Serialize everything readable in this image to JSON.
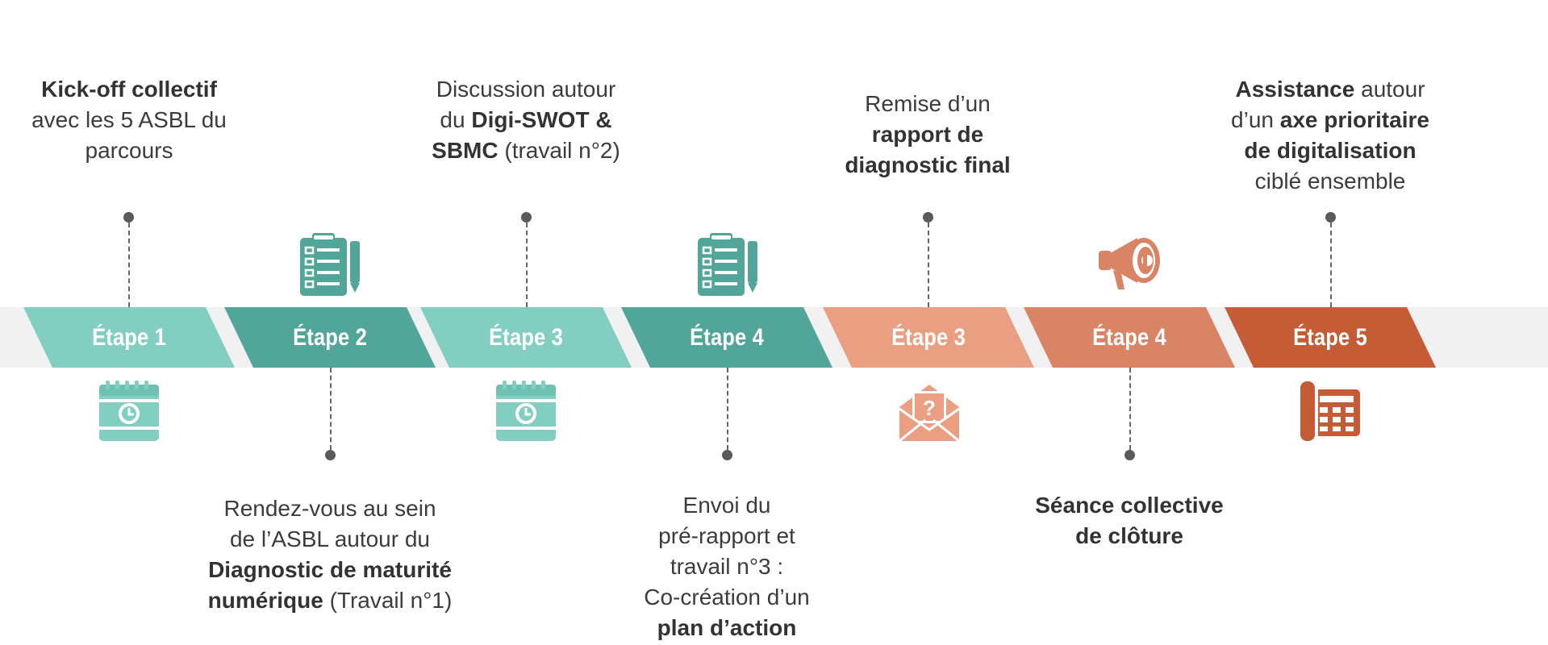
{
  "colors": {
    "teal_light": "#82cfc1",
    "teal_dark": "#52a699",
    "orange_light": "#ea9f82",
    "orange_mid": "#d98465",
    "orange_dark": "#c45c36",
    "band": "#f1f1f1",
    "connector": "#5a5a5a"
  },
  "steps": [
    {
      "label": "Étape 1",
      "color": "#82cfc1",
      "icon": "calendar-clock-icon",
      "side": "top"
    },
    {
      "label": "Étape 2",
      "color": "#52a699",
      "icon": "clipboard-checklist-icon",
      "side": "bottom"
    },
    {
      "label": "Étape 3",
      "color": "#82cfc1",
      "icon": "calendar-clock-icon",
      "side": "top"
    },
    {
      "label": "Étape 4",
      "color": "#52a699",
      "icon": "clipboard-checklist-icon",
      "side": "bottom"
    },
    {
      "label": "Étape 3",
      "color": "#ea9f82",
      "icon": "envelope-question-icon",
      "side": "top"
    },
    {
      "label": "Étape 4",
      "color": "#d98465",
      "icon": "megaphone-icon",
      "side": "bottom"
    },
    {
      "label": "Étape 5",
      "color": "#c45c36",
      "icon": "desk-phone-icon",
      "side": "top"
    }
  ],
  "descriptions": {
    "s1": {
      "b1": "Kick-off collectif",
      "t1": "avec les 5 ASBL du",
      "t2": "parcours"
    },
    "s2": {
      "t1": "Rendez-vous au sein",
      "t2": "de l’ASBL autour du",
      "b1": "Diagnostic de maturité",
      "b2": "numérique",
      "t3": " (Travail n°1)"
    },
    "s3": {
      "t1": "Discussion autour",
      "t2": "du ",
      "b1": "Digi-SWOT &",
      "b2": "SBMC",
      "t3": " (travail n°2)"
    },
    "s4": {
      "t1": "Envoi du",
      "t2": "pré-rapport et",
      "t3": "travail n°3 :",
      "t4": "Co-création d’un",
      "b1": "plan d’action"
    },
    "s5": {
      "t1": "Remise d’un",
      "b1": "rapport de",
      "b2": "diagnostic final"
    },
    "s6": {
      "b1": "Séance collective",
      "b2": "de clôture"
    },
    "s7": {
      "b1": "Assistance",
      "t1": " autour",
      "t2": "d’un ",
      "b2": "axe prioritaire",
      "b3": "de digitalisation",
      "t3": "ciblé ensemble"
    }
  }
}
